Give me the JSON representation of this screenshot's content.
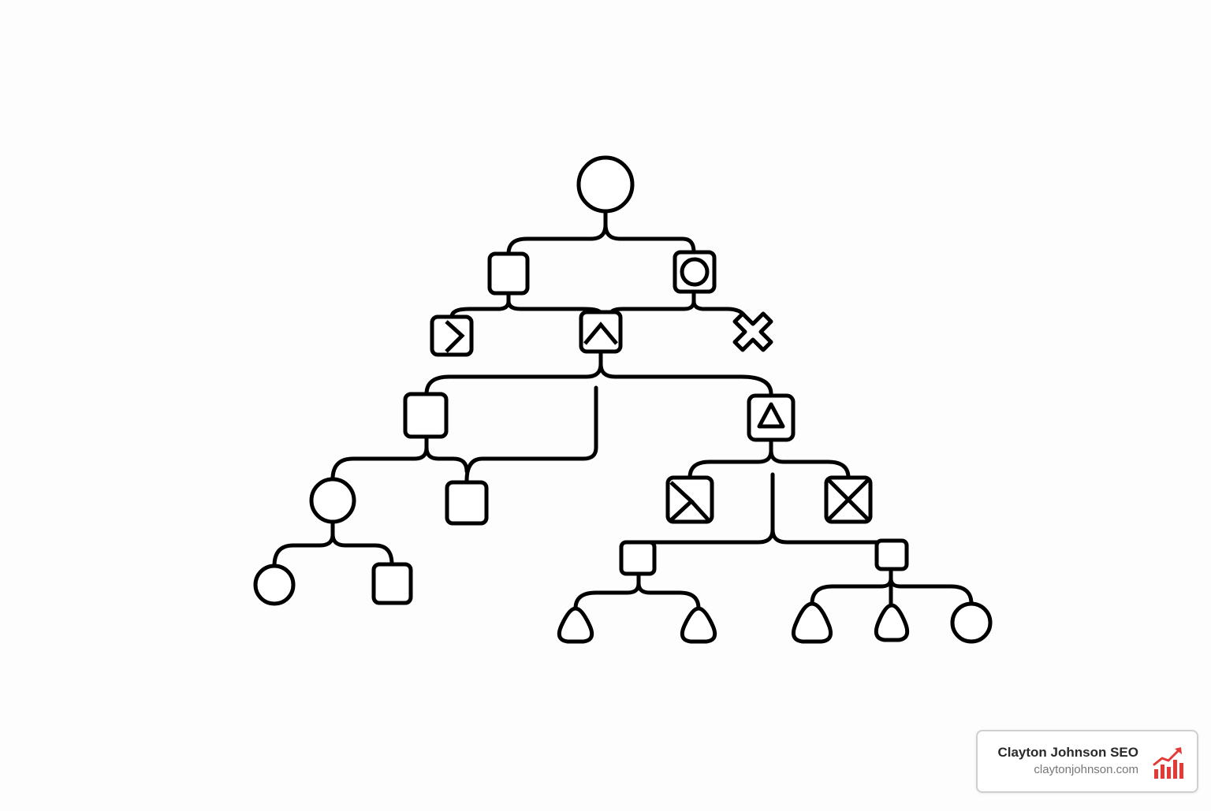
{
  "diagram": {
    "type": "hierarchy-tree",
    "stroke_color": "#000000",
    "nodes": [
      {
        "id": "root",
        "shape": "circle",
        "glyph": "none"
      },
      {
        "id": "l1-left",
        "shape": "square",
        "glyph": "none"
      },
      {
        "id": "l1-right",
        "shape": "square",
        "glyph": "circle"
      },
      {
        "id": "l2-left",
        "shape": "square",
        "glyph": "chevron-right"
      },
      {
        "id": "l2-center",
        "shape": "square",
        "glyph": "chevron-up"
      },
      {
        "id": "l2-right",
        "shape": "cross",
        "glyph": "none"
      },
      {
        "id": "l3-left",
        "shape": "square",
        "glyph": "none"
      },
      {
        "id": "l3-right",
        "shape": "square",
        "glyph": "triangle"
      },
      {
        "id": "l4-circle",
        "shape": "circle",
        "glyph": "none"
      },
      {
        "id": "l4-square",
        "shape": "square",
        "glyph": "none"
      },
      {
        "id": "l4-left-x",
        "shape": "square",
        "glyph": "half-cross"
      },
      {
        "id": "l4-right-x",
        "shape": "square",
        "glyph": "envelope-x"
      },
      {
        "id": "l5-circle",
        "shape": "circle",
        "glyph": "none"
      },
      {
        "id": "l5-square",
        "shape": "square",
        "glyph": "none"
      },
      {
        "id": "l5-mid-left",
        "shape": "square",
        "glyph": "none"
      },
      {
        "id": "l5-mid-right",
        "shape": "square",
        "glyph": "none"
      },
      {
        "id": "leaf-triangle-1",
        "shape": "triangle",
        "glyph": "none"
      },
      {
        "id": "leaf-triangle-2",
        "shape": "triangle",
        "glyph": "none"
      },
      {
        "id": "leaf-triangle-3",
        "shape": "triangle",
        "glyph": "none"
      },
      {
        "id": "leaf-triangle-4",
        "shape": "triangle",
        "glyph": "none"
      },
      {
        "id": "leaf-circle",
        "shape": "circle",
        "glyph": "none"
      }
    ]
  },
  "branding": {
    "name": "Clayton Johnson SEO",
    "url": "claytonjohnson.com",
    "icon": "bar-chart-trend-icon",
    "accent_color": "#e53935",
    "border_color": "#cfcfcf"
  }
}
